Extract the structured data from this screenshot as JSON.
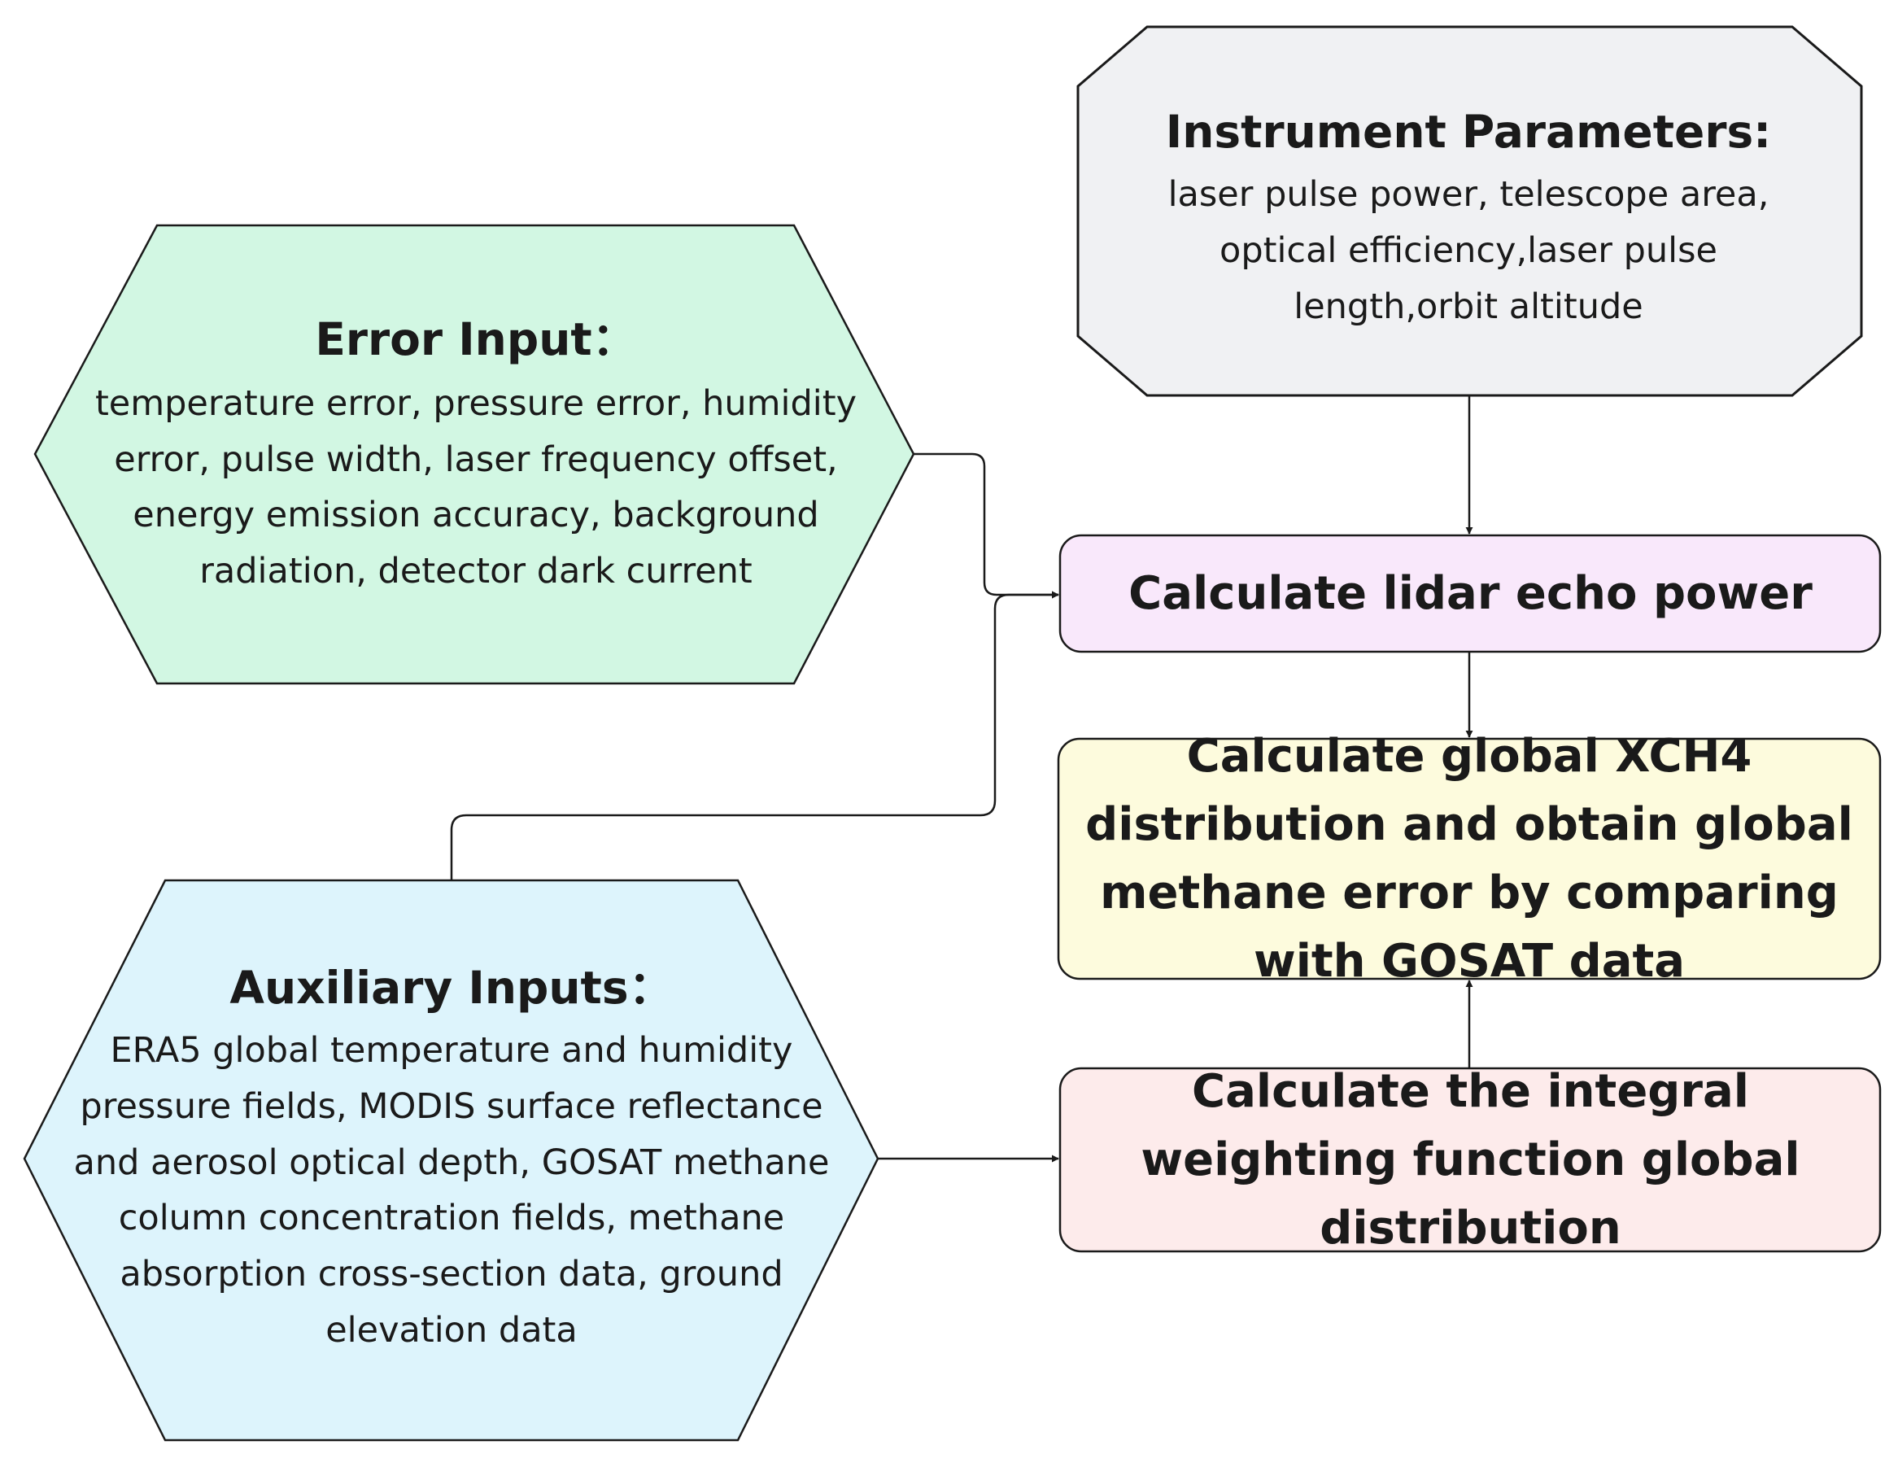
{
  "diagram": {
    "nodes": {
      "instrument": {
        "title": "Instrument Parameters:",
        "body": "laser pulse power, telescope area, optical efficiency,laser pulse length,orbit altitude",
        "fill": "#f0f1f3"
      },
      "error_input": {
        "title": "Error Input：",
        "body": "temperature error, pressure error, humidity error, pulse width, laser frequency offset, energy emission accuracy, background radiation, detector dark current",
        "fill": "#d2f7e3"
      },
      "aux_inputs": {
        "title": "Auxiliary Inputs：",
        "body": "ERA5 global temperature and humidity pressure fields, MODIS surface reflectance and aerosol optical depth, GOSAT methane column concentration fields, methane absorption cross-section data, ground elevation data",
        "fill": "#ddf4fc"
      },
      "echo_power": {
        "label": "Calculate lidar echo power",
        "fill": "#f9e8fb"
      },
      "xch4": {
        "label": "Calculate global XCH4 distribution and obtain global methane error by comparing with GOSAT data",
        "fill": "#fdfbdd"
      },
      "weighting": {
        "label": "Calculate the integral weighting function global distribution",
        "fill": "#fdebeb"
      }
    },
    "stroke": "#1a1a1a"
  }
}
